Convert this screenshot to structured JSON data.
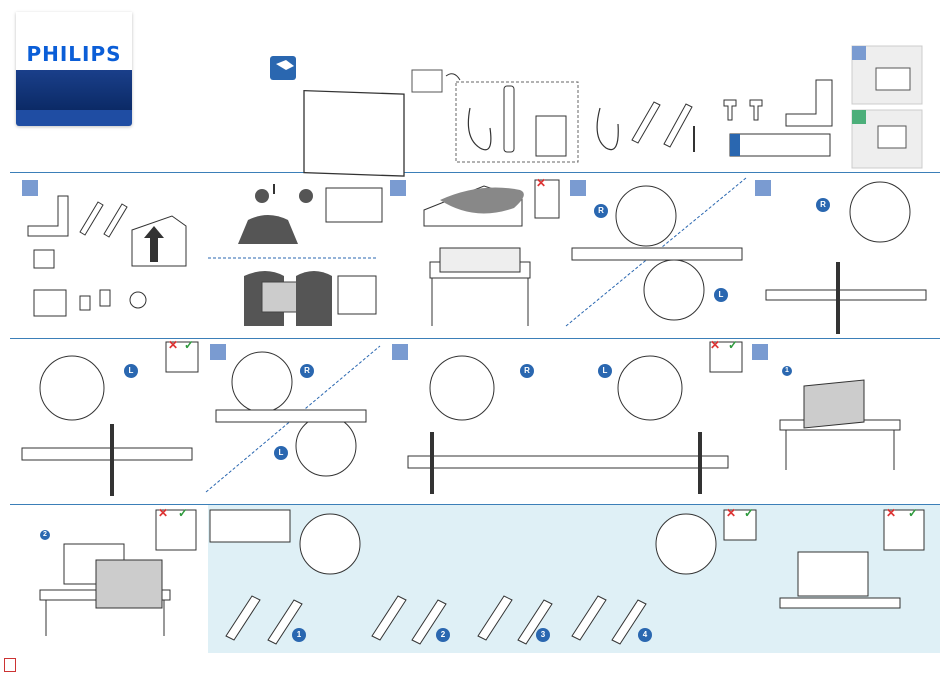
{
  "brand": {
    "name": "PHILIPS"
  },
  "markers": {
    "R": "R",
    "L": "L",
    "step1": "1",
    "step2": "2",
    "step3": "3",
    "step4": "4"
  },
  "accents": {
    "blue": "#2a67b0",
    "green": "#4caf7a",
    "red": "#d33333",
    "tint": "#dff0f6"
  },
  "footer_icon": "pdf-icon"
}
